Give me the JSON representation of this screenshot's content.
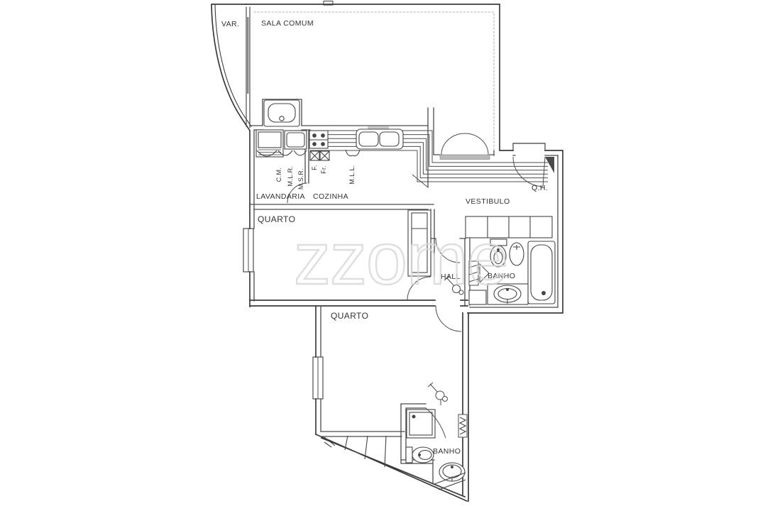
{
  "watermark_text": "zzome",
  "rooms": {
    "varanda": "VAR.",
    "sala_comum": "SALA COMUM",
    "lavandaria": "LAVANDARIA",
    "cozinha": "COZINHA",
    "vestibulo": "VESTIBULO",
    "quarto_superior": "QUARTO",
    "hall": "HALL",
    "banho_principal": "BANHO",
    "quarto_inferior": "QUARTO",
    "banho_servico": "BANHO"
  },
  "equipment_labels": {
    "cm": "C.M.",
    "mlr": "M.L.R.",
    "msr": "M.S.R.",
    "f": "F.",
    "fr": "Fr.",
    "mll": "M.L.L."
  },
  "door_labels": {
    "qh": "Q.H."
  },
  "colors": {
    "background": "#ffffff",
    "wall_line": "#3b3b3b",
    "inner_line": "#555555",
    "light_line": "#999999",
    "door_fill": "#b9b9b9",
    "dark_fill": "#4a4a4a",
    "watermark": "#d9d9d9"
  }
}
